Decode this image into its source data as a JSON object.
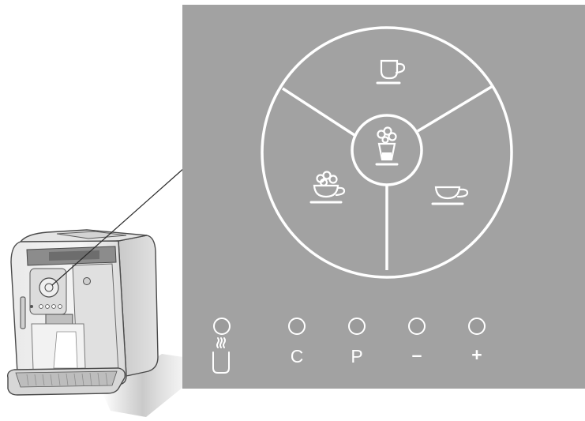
{
  "panel_color": "#a2a2a2",
  "line_color": "#ffffff",
  "buttons": [
    {
      "name": "hot-water",
      "label": "",
      "icon": "hot-water-cup-icon"
    },
    {
      "name": "clean",
      "label": "C"
    },
    {
      "name": "program",
      "label": "P"
    },
    {
      "name": "minus",
      "label": "–"
    },
    {
      "name": "plus",
      "label": "+"
    }
  ],
  "dial": {
    "segments": [
      {
        "name": "top",
        "icon": "espresso-cup-icon"
      },
      {
        "name": "left",
        "icon": "cappuccino-cup-icon"
      },
      {
        "name": "right",
        "icon": "coffee-cup-icon"
      },
      {
        "name": "center",
        "icon": "latte-macchiato-glass-icon"
      }
    ]
  }
}
